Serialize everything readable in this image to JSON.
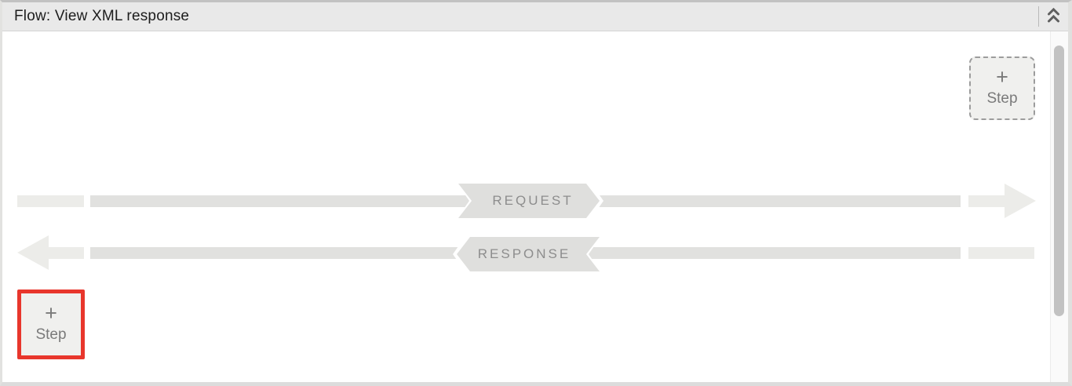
{
  "header": {
    "title": "Flow: View XML response",
    "collapse_icon": "chevrons-up"
  },
  "flow": {
    "request_label": "REQUEST",
    "response_label": "RESPONSE",
    "request_direction": "left-to-right",
    "response_direction": "right-to-left"
  },
  "buttons": {
    "add_step_top_right": {
      "icon": "+",
      "label": "Step"
    },
    "add_step_bottom_left": {
      "icon": "+",
      "label": "Step",
      "highlighted": true
    }
  },
  "colors": {
    "header_background": "#e9e9e9",
    "flow_bar": "#e1e1df",
    "flow_stub": "#ecece9",
    "banner_background": "#dfdfdd",
    "banner_text": "#8d8d8d",
    "button_background": "#f0f0ee",
    "button_text": "#7a7a7a",
    "highlight_red": "#e8362c",
    "scrollbar_thumb": "#c2c2c2"
  }
}
